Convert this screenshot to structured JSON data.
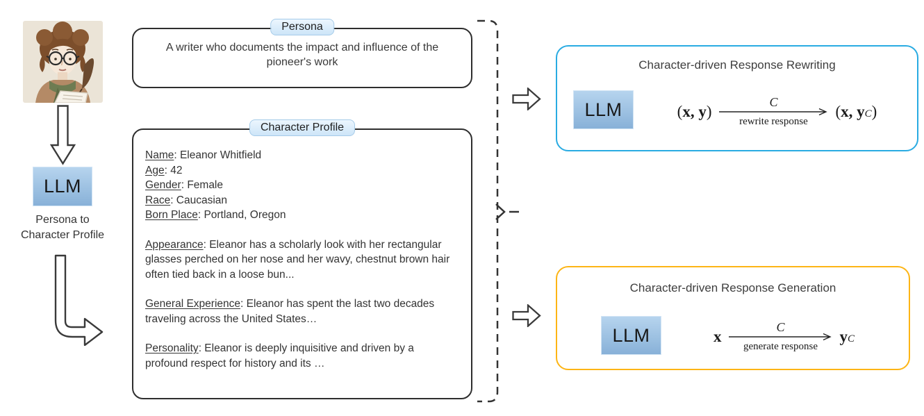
{
  "persona": {
    "tab": "Persona",
    "text": "A writer who documents the impact and influence of the pioneer's work"
  },
  "left": {
    "llm": "LLM",
    "caption_line1": "Persona to",
    "caption_line2": "Character Profile"
  },
  "profile": {
    "tab": "Character Profile",
    "fields": [
      {
        "label": "Name",
        "text": ": Eleanor Whitfield"
      },
      {
        "label": "Age",
        "text": ": 42"
      },
      {
        "label": "Gender",
        "text": ": Female"
      },
      {
        "label": "Race",
        "text": ": Caucasian"
      },
      {
        "label": "Born Place",
        "text": ": Portland, Oregon"
      }
    ],
    "paragraphs": [
      {
        "label": "Appearance",
        "text": ": Eleanor has a scholarly look with her rectangular glasses perched on her nose and her wavy, chestnut brown hair often tied back in a loose bun..."
      },
      {
        "label": "General Experience",
        "text": ": Eleanor has spent the last two decades traveling across the United States…"
      },
      {
        "label": "Personality",
        "text": ": Eleanor is deeply inquisitive and driven by a profound respect for history and its …"
      }
    ]
  },
  "rewriting": {
    "title": "Character-driven Response Rewriting",
    "llm": "LLM",
    "in_open": "(",
    "in_vars": "x, y",
    "in_close": ")",
    "arrow_top": "C",
    "arrow_bottom": "rewrite response",
    "out_open": "(",
    "out_vars": "x, y",
    "out_sub": "C",
    "out_close": ")"
  },
  "generation": {
    "title": "Character-driven Response Generation",
    "llm": "LLM",
    "in_var": "x",
    "arrow_top": "C",
    "arrow_bottom": "generate response",
    "out_var": "y",
    "out_sub": "C"
  },
  "icons": {
    "avatar": "writer-woman-avatar",
    "down_arrow": "hollow-down-arrow",
    "curved_arrow": "hollow-down-right-curved-arrow",
    "right_arrow_top": "hollow-right-arrow",
    "right_arrow_bottom": "hollow-right-arrow",
    "bracket": "dashed-group-bracket"
  },
  "colors": {
    "rewriting_border": "#29abe2",
    "generation_border": "#fdb515",
    "llm_fill_top": "#b6d4ee",
    "llm_fill_bottom": "#88b1d8",
    "tab_fill": "#cde5f8",
    "outline": "#2e2e2e"
  }
}
